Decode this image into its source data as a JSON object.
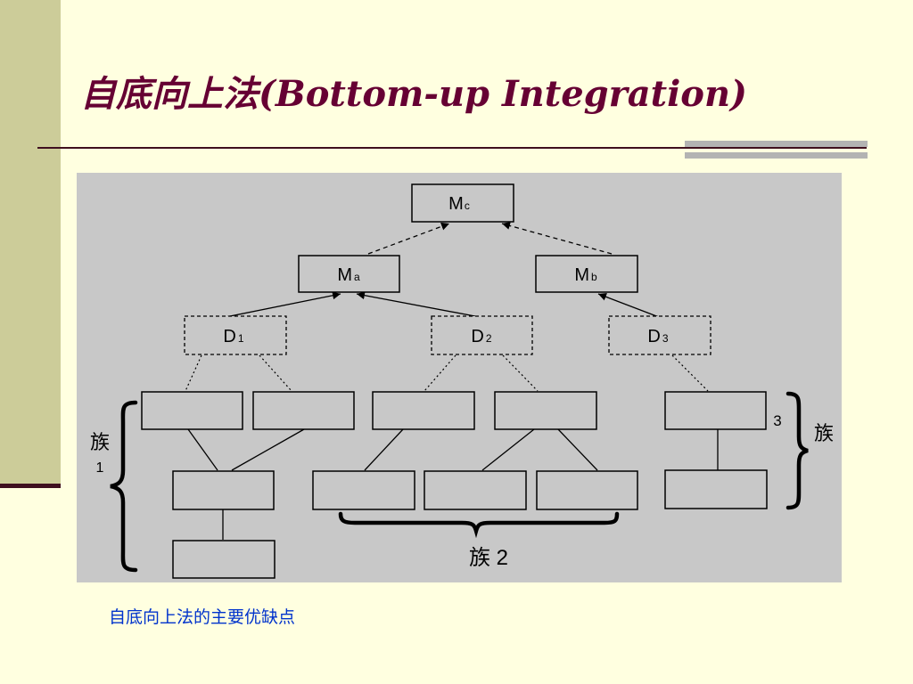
{
  "slide": {
    "title": "自底向上法(Bottom-up Integration)",
    "caption": "自底向上法的主要优缺点"
  },
  "colors": {
    "background": "#FFFFE0",
    "left_bar": "#CCCC99",
    "rule": "#3F0F1F",
    "title": "#660033",
    "caption": "#0033CC",
    "diagram_bg": "#C8C8C8"
  },
  "diagram": {
    "nodes": {
      "mc": "M",
      "mc_sub": "c",
      "ma": "M",
      "ma_sub": "a",
      "mb": "M",
      "mb_sub": "b",
      "d1": "D",
      "d1_sub": "1",
      "d2": "D",
      "d2_sub": "2",
      "d3": "D",
      "d3_sub": "3"
    },
    "cluster_labels": {
      "cluster1_char": "族",
      "cluster1_num": "1",
      "cluster2": "族 2",
      "cluster3_num": "3",
      "cluster3_char": "族"
    }
  }
}
